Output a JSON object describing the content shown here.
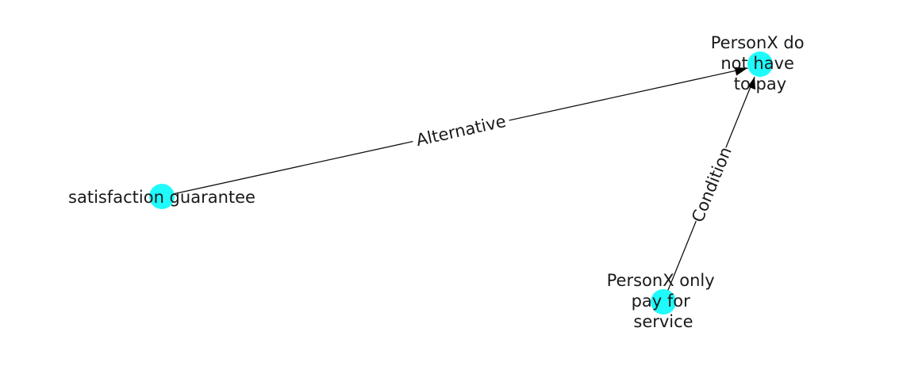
{
  "graph": {
    "node_color": "#1ffbfb",
    "edge_color": "#111111",
    "text_color": "#1a1a1a",
    "background": "#ffffff",
    "nodes": {
      "target": {
        "lines": [
          "PersonX do",
          "not have",
          "to pay"
        ]
      },
      "satisfaction": {
        "lines": [
          "satisfaction guarantee"
        ]
      },
      "pay_only": {
        "lines": [
          "PersonX only",
          "pay for",
          "service"
        ]
      }
    },
    "edges": {
      "alternative": {
        "label": "Alternative",
        "from": "satisfaction",
        "to": "target"
      },
      "condition": {
        "label": "Condition",
        "from": "pay_only",
        "to": "target"
      }
    }
  }
}
